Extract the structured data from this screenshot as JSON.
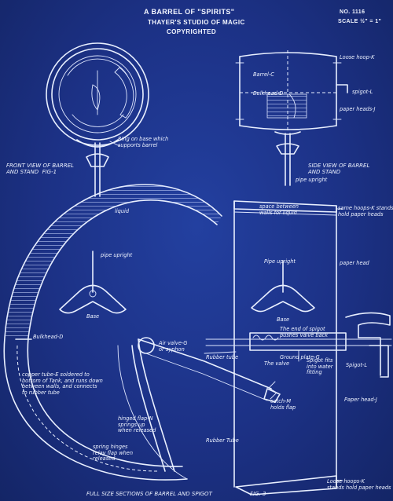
{
  "header": {
    "title": "A BARREL OF \"SPIRITS\"",
    "subtitle": "THAYER'S STUDIO OF MAGIC",
    "copyright": "COPYRIGHTED",
    "number": "NO. 1116",
    "scale": "SCALE ½\" = 1\""
  },
  "captions": {
    "front_view": "FRONT VIEW OF BARREL\nAND STAND  FIG-1",
    "side_view": "SIDE VIEW OF BARREL\nAND STAND",
    "full_size": "FULL SIZE SECTIONS OF BARREL AND SPIGOT",
    "fig3": "FIG. 3"
  },
  "labels": {
    "ring_on_base": "Ring on base which\nsupports barrel",
    "pipe_upright_1": "pipe upright",
    "barrel_c": "Barrel-C",
    "bulkhead_d": "Bulkhead-D",
    "loose_hoop_1": "Loose hoop-K",
    "spigot": "spigot-L",
    "paper_heads": "paper heads-J",
    "liquid": "liquid",
    "space_between": "space between\nwalls for liquid",
    "same_hoops": "same hoops-K stands\nhold paper heads",
    "paper_head": "paper head",
    "pipe_upright_2": "pipe upright",
    "pipe_upright_3": "Pipe upright",
    "base_1": "Base",
    "base_2": "Base",
    "bulkhead_big": "Bulkhead-D",
    "copper_tube": "copper tube-E soldered to\nbottom of Tank, and runs down\nbetween walls, and connects\nto rubber tube",
    "air_valve": "Air valve-G\nor syphon",
    "end_of_spigot": "The end of spigot\npushes valve back",
    "rubber_tube": "Rubber tube",
    "inner_valve": "The valve",
    "ground_plate": "Ground plate-G",
    "spigot_fits": "Spigot fits\ninto water\nfitting",
    "spigot_l": "Spigot-L",
    "hinged_flap": "hinged flap-N\nsprings up\nwhen released",
    "spring_hinges": "spring hinges\nrelay flap when\nreleased",
    "rubber_tube_2": "Rubber Tube",
    "catch_m": "catch-M\nholds flap",
    "paper_head_j": "Paper head-J",
    "loose_hoops_bottom": "Loose hoops-K\nstands hold paper heads"
  },
  "colors": {
    "background": "#1c3185",
    "ink": "#e8efff"
  }
}
